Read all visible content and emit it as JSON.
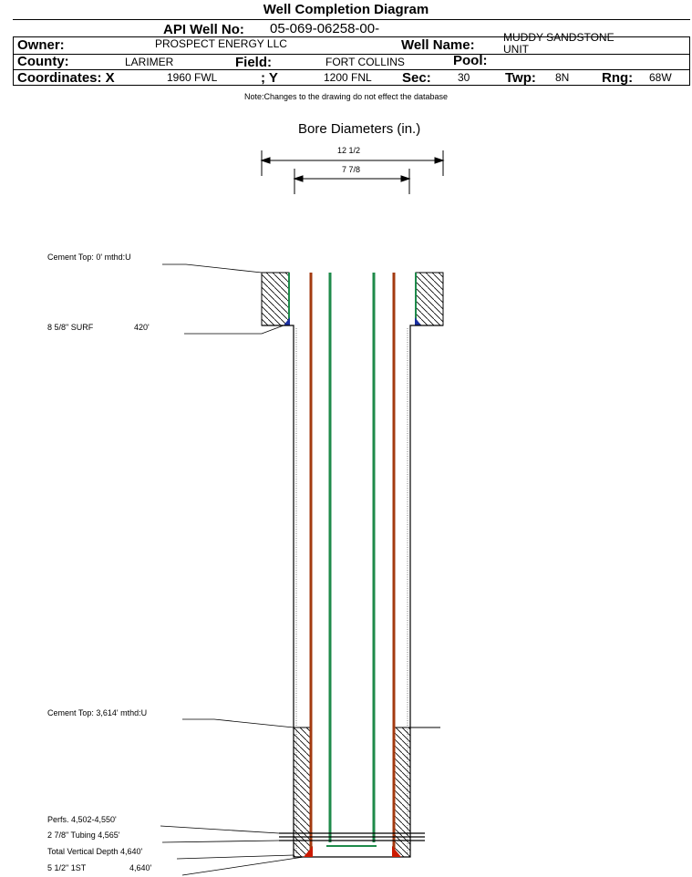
{
  "title": "Well Completion Diagram",
  "header": {
    "api_label": "API Well No:",
    "api_value": "05-069-06258-00-",
    "owner_label": "Owner:",
    "owner_value": "PROSPECT ENERGY LLC",
    "well_name_label": "Well Name:",
    "well_name_line1": "MUDDY SANDSTONE",
    "well_name_line2": "UNIT",
    "county_label": "County:",
    "county_value": "LARIMER",
    "field_label": "Field:",
    "field_value": "FORT COLLINS",
    "pool_label": "Pool:",
    "coord_x_label": "Coordinates: X",
    "coord_x_value": "1960 FWL",
    "coord_y_label": "; Y",
    "coord_y_value": "1200 FNL",
    "sec_label": "Sec:",
    "sec_value": "30",
    "twp_label": "Twp:",
    "twp_value": "8N",
    "rng_label": "Rng:",
    "rng_value": "68W"
  },
  "note": "Note:Changes to the drawing do not effect the database",
  "bore": {
    "title": "Bore Diameters (in.)",
    "outer": "12 1/2",
    "inner": "7 7/8"
  },
  "labels": {
    "cement_top_1": "Cement Top: 0' mthd:U",
    "surface_casing": "8 5/8\" SURF",
    "surface_depth": "420'",
    "cement_top_2": "Cement Top: 3,614' mthd:U",
    "perfs": "Perfs. 4,502-4,550'",
    "tubing": "2 7/8\" Tubing 4,565'",
    "tvd": "Total Vertical Depth 4,640'",
    "production_casing": "5 1/2\" 1ST",
    "production_depth": "4,640'"
  },
  "colors": {
    "casing_inner": "#a33a10",
    "tubing": "#1e8a4a",
    "surface_shoe": "#1a2fa0",
    "production_shoe": "#cc1a00"
  }
}
